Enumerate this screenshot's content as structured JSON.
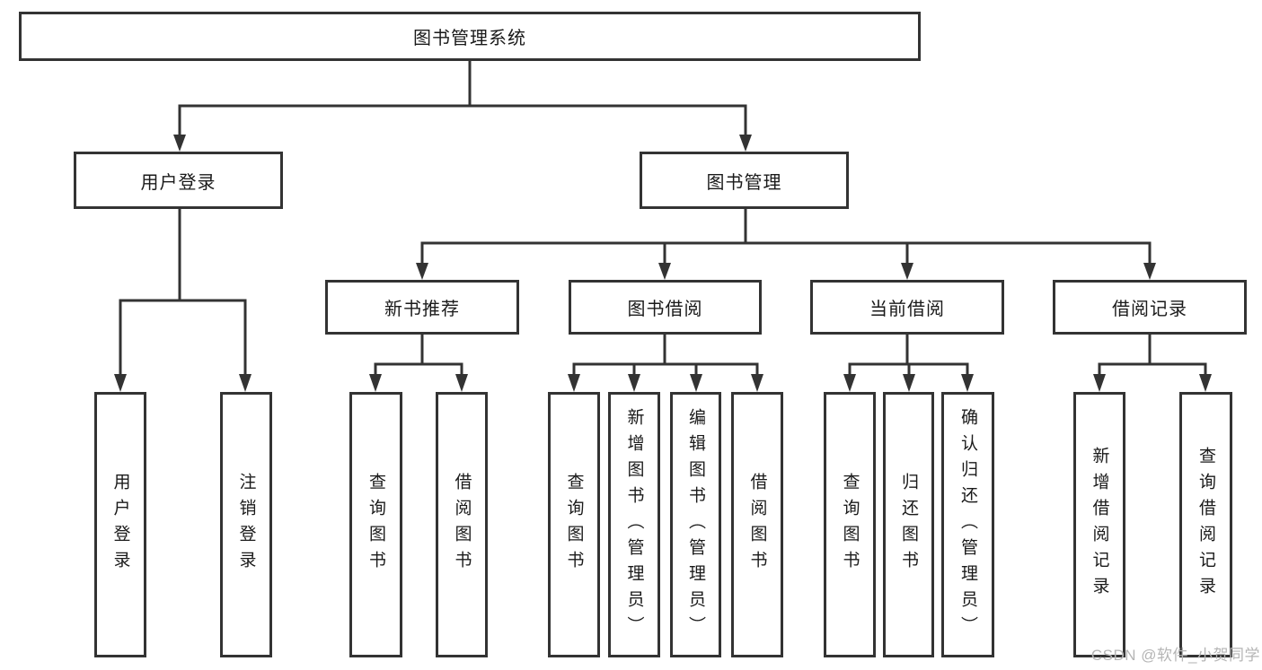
{
  "tree": {
    "root": {
      "label": "图书管理系统"
    },
    "branches": [
      {
        "label": "用户登录",
        "children": [
          {
            "label": "用户登录"
          },
          {
            "label": "注销登录"
          }
        ]
      },
      {
        "label": "图书管理",
        "sections": [
          {
            "label": "新书推荐",
            "children": [
              {
                "label": "查询图书"
              },
              {
                "label": "借阅图书"
              }
            ]
          },
          {
            "label": "图书借阅",
            "children": [
              {
                "label": "查询图书"
              },
              {
                "label": "新增图书（管理员）"
              },
              {
                "label": "编辑图书（管理员）"
              },
              {
                "label": "借阅图书"
              }
            ]
          },
          {
            "label": "当前借阅",
            "children": [
              {
                "label": "查询图书"
              },
              {
                "label": "归还图书"
              },
              {
                "label": "确认归还（管理员）"
              }
            ]
          },
          {
            "label": "借阅记录",
            "children": [
              {
                "label": "新增借阅记录"
              },
              {
                "label": "查询借阅记录"
              }
            ]
          }
        ]
      }
    ]
  },
  "watermark": "CSDN @软件_小贺同学",
  "colors": {
    "line": "#333333",
    "box_border": "#333333",
    "text": "#1a1a1a",
    "watermark": "#b5b5b5",
    "background": "#ffffff"
  }
}
